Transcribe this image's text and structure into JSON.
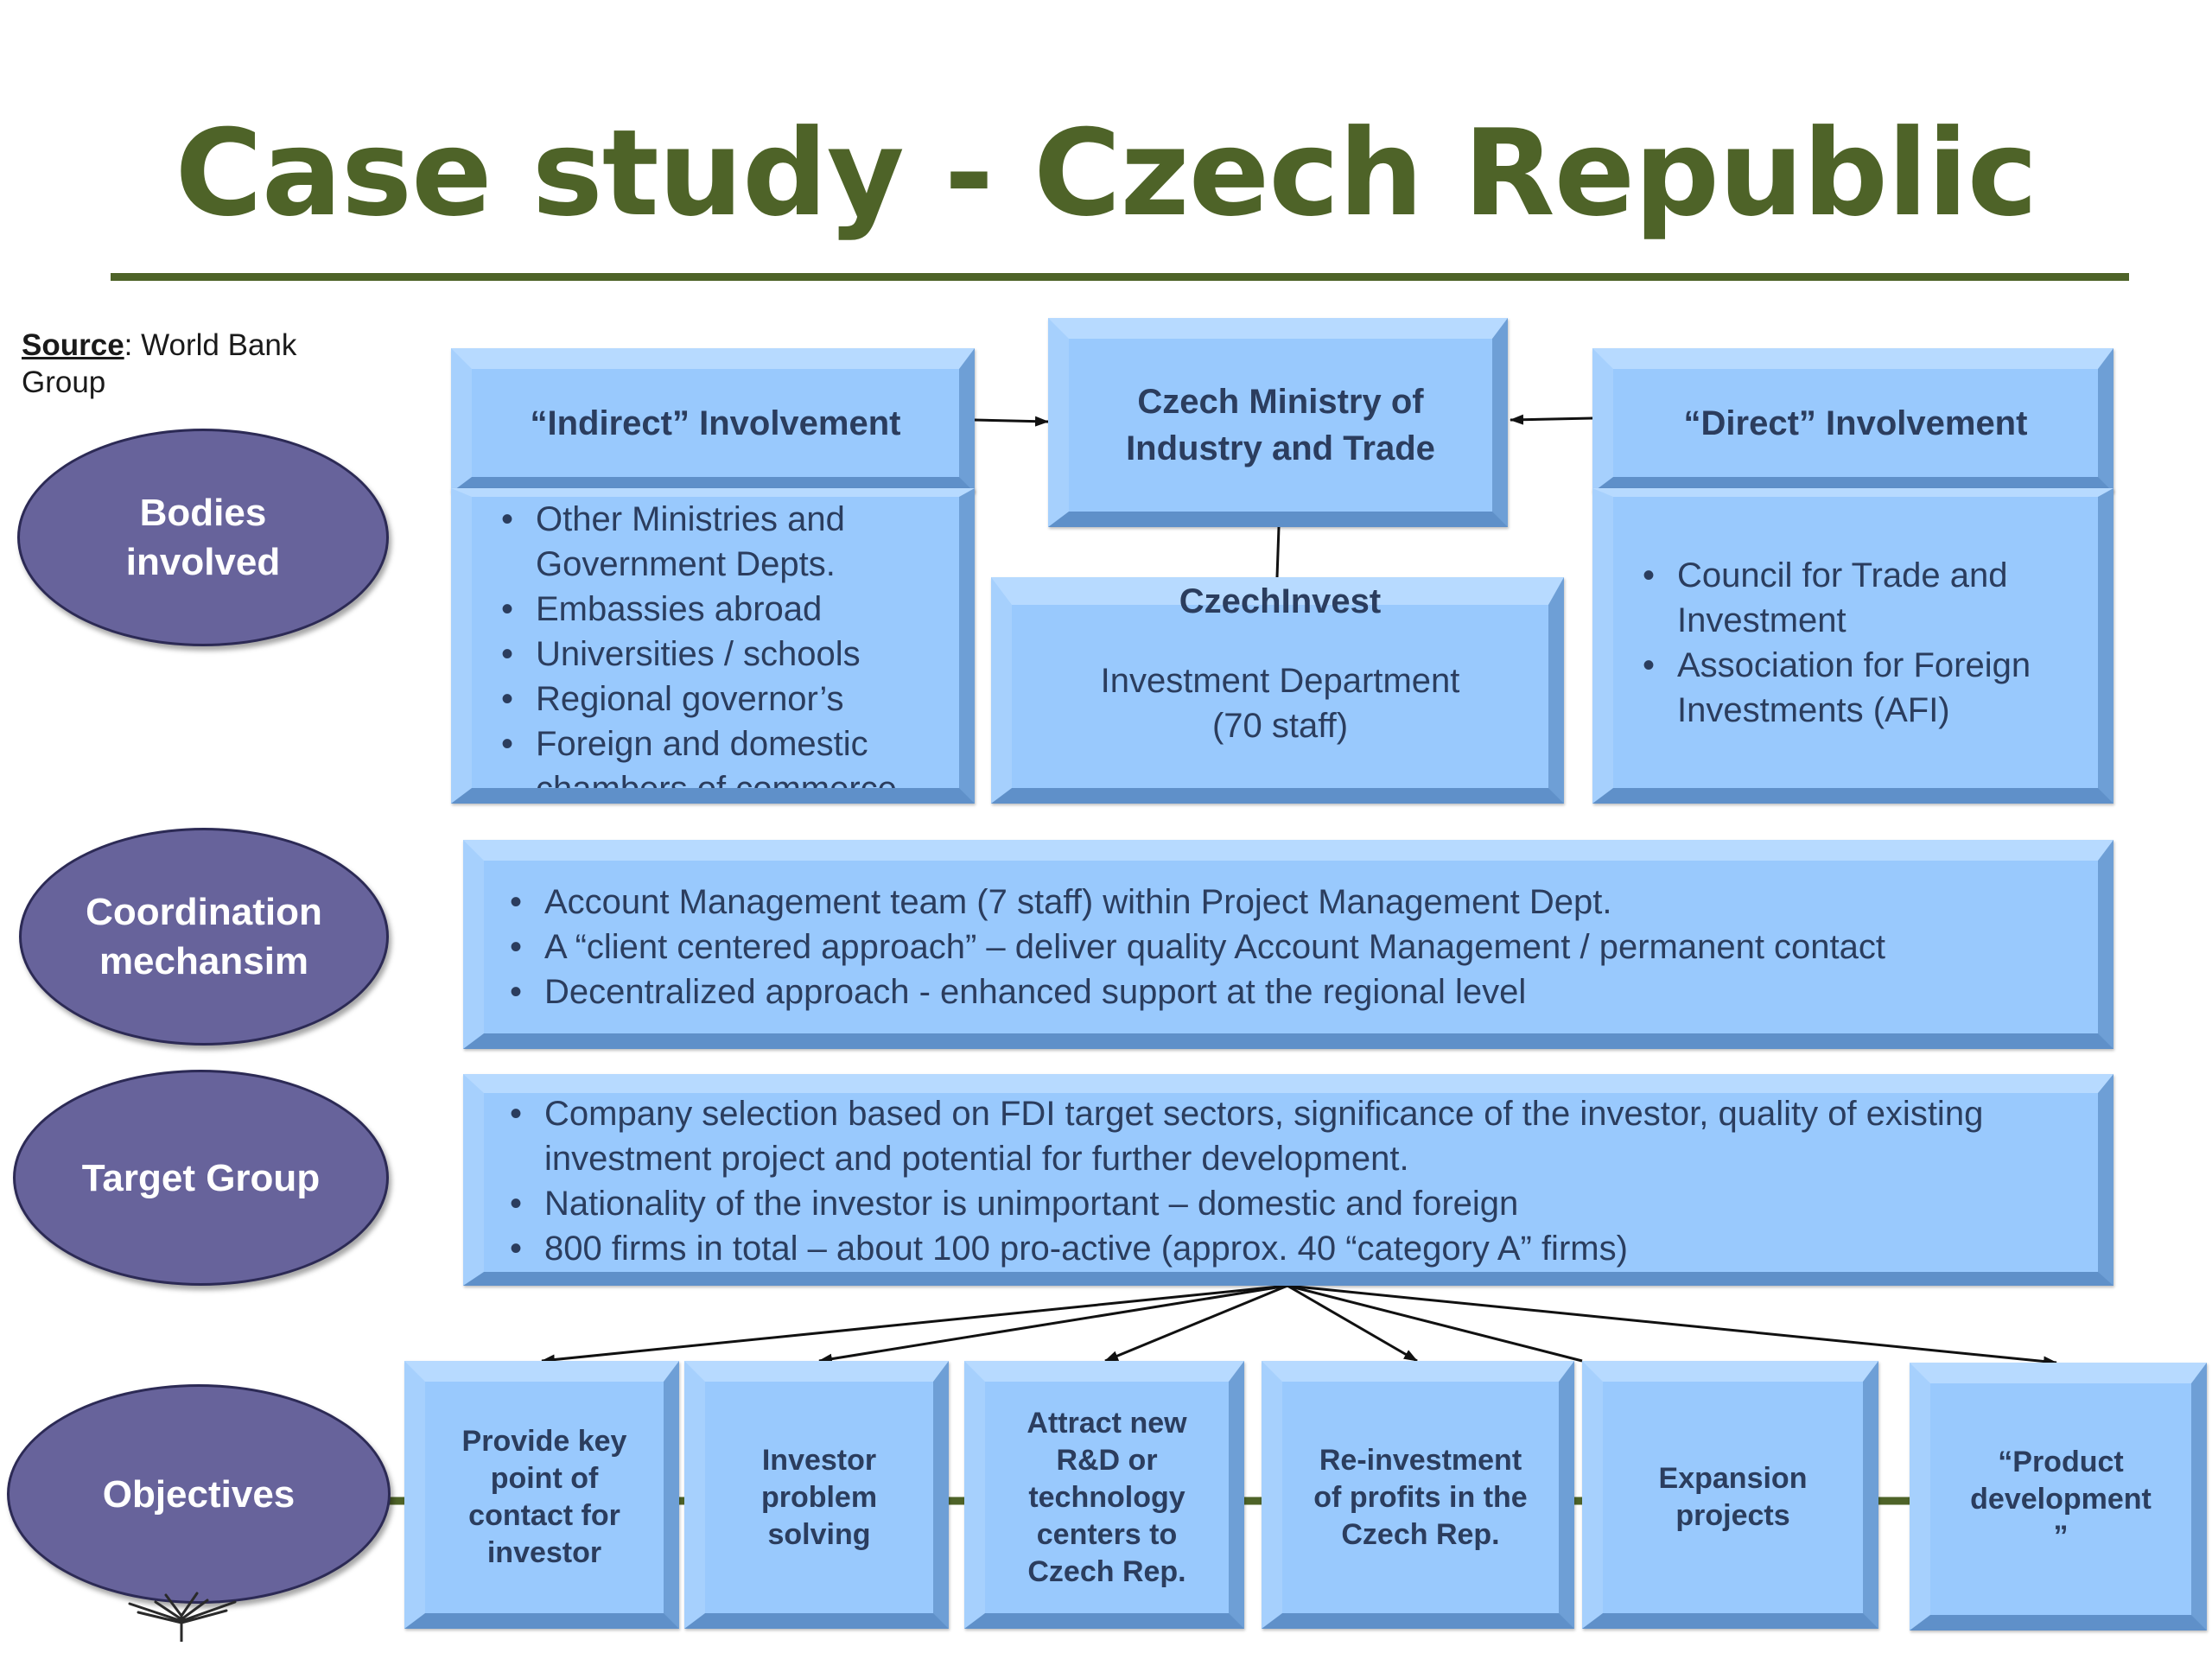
{
  "title": "Case study - Czech Republic",
  "source": {
    "label": "Source",
    "text": ": World Bank Group"
  },
  "row_labels": {
    "bodies": "Bodies involved",
    "coordination": "Coordination mechansim",
    "target": "Target Group",
    "objectives": "Objectives"
  },
  "indirect": {
    "header": "“Indirect” Involvement",
    "items": [
      "Other Ministries and Government Depts.",
      "Embassies abroad",
      "Universities / schools",
      "Regional governor’s",
      "Foreign and domestic chambers of commerce"
    ]
  },
  "ministry": {
    "header": "Czech Ministry of Industry and Trade"
  },
  "direct": {
    "header": "“Direct” Involvement",
    "items": [
      "Council for Trade and Investment",
      "Association for Foreign Investments (AFI)"
    ]
  },
  "czechinvest": {
    "title": "CzechInvest",
    "line1": "Investment Department",
    "line2": "(70 staff)"
  },
  "coordination_items": [
    "Account Management team (7 staff) within Project Management Dept.",
    "A “client centered approach” – deliver quality Account Management / permanent  contact",
    "Decentralized approach - enhanced support at the regional level"
  ],
  "target_items": [
    "Company selection based on FDI target sectors, significance of the investor, quality of existing investment project and potential for further development.",
    "Nationality of the investor is unimportant – domestic and foreign",
    "800 firms in total – about 100 pro-active (approx. 40 “category A” firms)"
  ],
  "objectives": [
    "Provide key point of contact for investor",
    "Investor problem solving",
    "Attract new R&D or technology centers to Czech Rep.",
    "Re-investment of profits in the Czech Rep.",
    "Expansion projects",
    "“Product development ”"
  ],
  "colors": {
    "title_green": "#4e6328",
    "oval_fill": "#67639b",
    "box_fill": "#99c9fd",
    "box_text": "#2b3d5e"
  }
}
